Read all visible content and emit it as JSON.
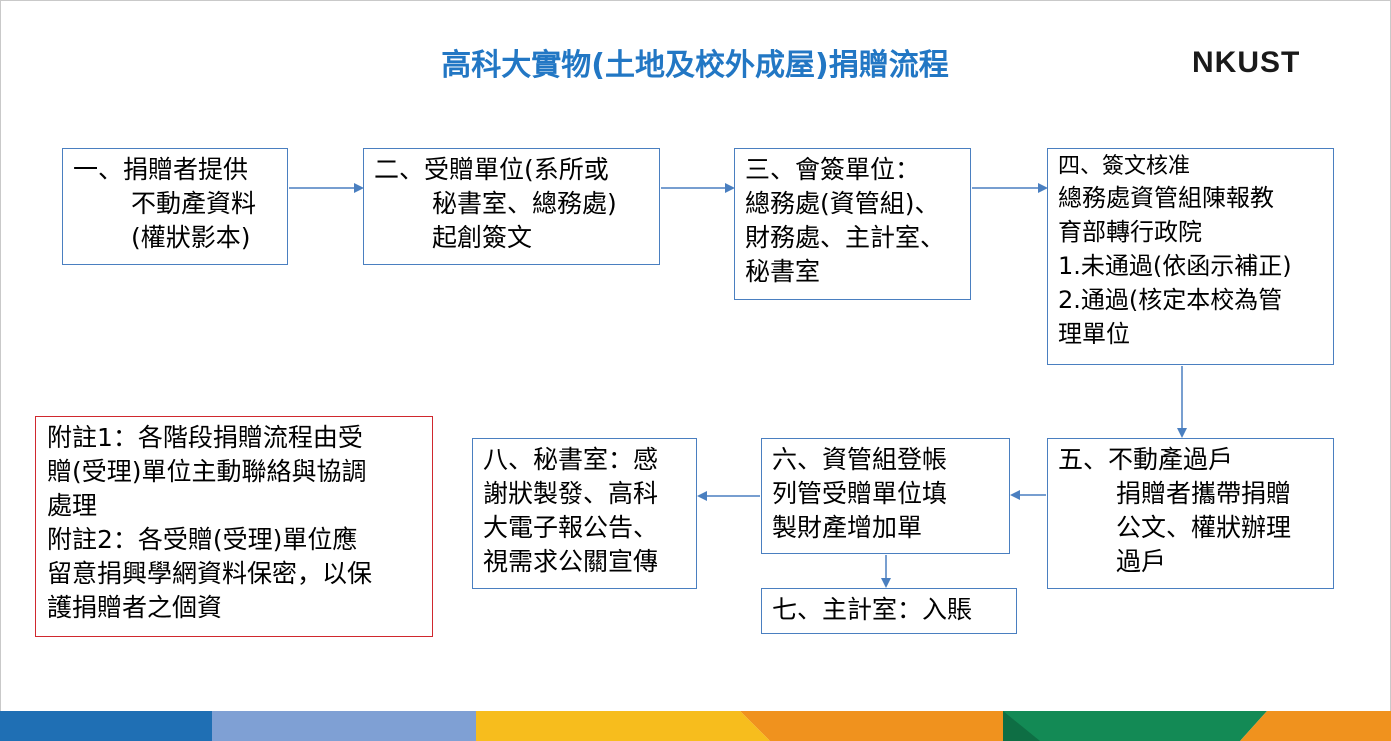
{
  "title": "高科大實物(土地及校外成屋)捐贈流程",
  "logo": "NKUST",
  "steps": {
    "s1": {
      "lines": [
        "一、捐贈者提供",
        "不動產資料",
        "(權狀影本)"
      ]
    },
    "s2": {
      "lines": [
        "二、受贈單位(系所或",
        "秘書室、總務處)",
        "起創簽文"
      ]
    },
    "s3": {
      "lines": [
        "三、會簽單位：",
        "總務處(資管組)、",
        "財務處、主計室、",
        "秘書室"
      ]
    },
    "s4": {
      "lines": [
        "四、簽文核准",
        "總務處資管組陳報教",
        "育部轉行政院",
        "1.未通過(依函示補正)",
        "2.通過(核定本校為管",
        "理單位"
      ]
    },
    "s5": {
      "lines": [
        "五、不動產過戶",
        "捐贈者攜帶捐贈",
        "公文、權狀辦理",
        "過戶"
      ]
    },
    "s6": {
      "lines": [
        "六、資管組登帳",
        "列管受贈單位填",
        "製財產增加單"
      ]
    },
    "s7": {
      "lines": [
        "七、主計室：入賬"
      ]
    },
    "s8": {
      "lines": [
        "八、秘書室：感",
        "謝狀製發、高科",
        "大電子報公告、",
        "視需求公關宣傳"
      ]
    }
  },
  "notes": {
    "lines": [
      "附註1：各階段捐贈流程由受",
      "贈(受理)單位主動聯絡與協調",
      "處理",
      "附註2：各受贈(受理)單位應",
      "留意捐興學網資料保密，以保",
      "護捐贈者之個資"
    ]
  },
  "colors": {
    "title": "#2277c4",
    "box_border": "#4a7fc0",
    "note_border": "#d0282e",
    "arrow": "#4a7fc0",
    "stripe": [
      "#1f6fb4",
      "#7fa0d4",
      "#f7bd1d",
      "#f0921e",
      "#138a55"
    ]
  }
}
